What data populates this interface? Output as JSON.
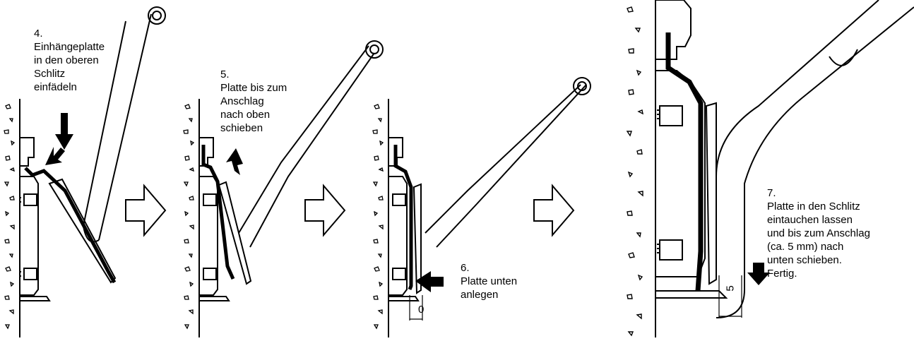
{
  "steps": [
    {
      "id": "step4",
      "text": "4.\nEinhängeplatte\nin den oberen\nSchlitz\neinfädeln"
    },
    {
      "id": "step5",
      "text": "5.\nPlatte bis zum\nAnschlag\nnach oben\nschieben"
    },
    {
      "id": "step6",
      "text": "6.\nPlatte unten\nanlegen"
    },
    {
      "id": "step7",
      "text": "7.\nPlatte in den Schlitz\neintauchen lassen\nund bis zum Anschlag\n(ca. 5 mm) nach\nunten schieben.\nFertig."
    }
  ],
  "dimensions": {
    "gap_step6": "0",
    "gap_step7": "5"
  },
  "colors": {
    "ink": "#000000",
    "background": "#ffffff"
  }
}
